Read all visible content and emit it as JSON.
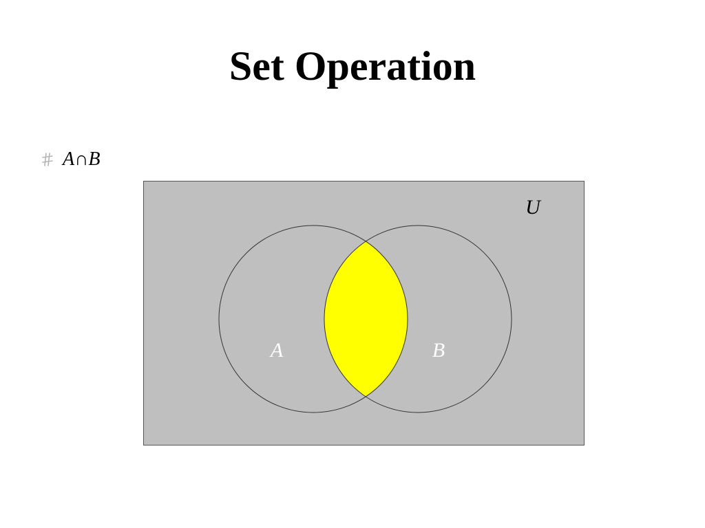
{
  "slide": {
    "title": "Set Operation",
    "bullet": {
      "icon": "hash-bullet-icon",
      "text": "A∩B"
    }
  },
  "diagram": {
    "universe_label": "U",
    "set_a_label": "A",
    "set_b_label": "B",
    "highlighted_region": "intersection",
    "colors": {
      "universe_fill": "#c0bfc0",
      "highlight_fill": "#ffff00",
      "outline": "#333333",
      "circle_label": "#ffffff",
      "universe_label": "#000000"
    }
  }
}
